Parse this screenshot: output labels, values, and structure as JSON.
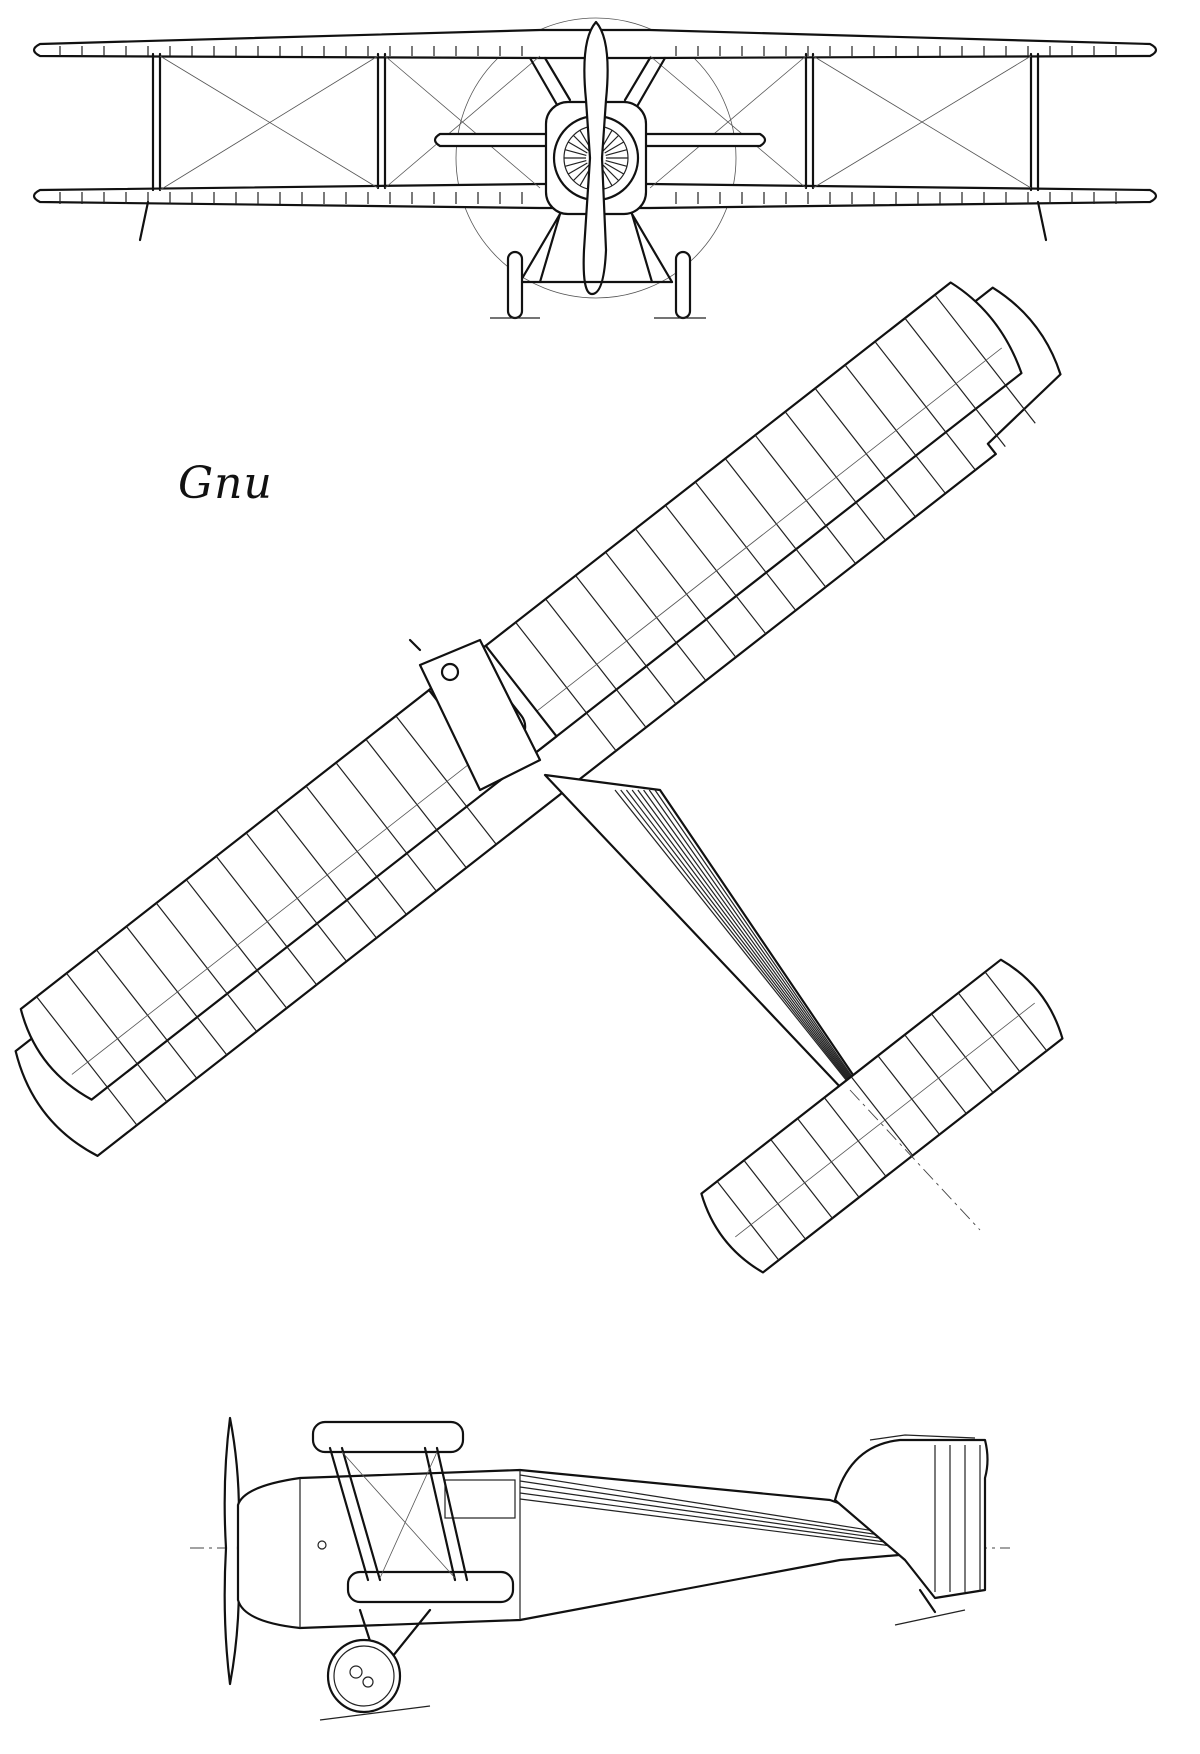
{
  "title": "Gnu",
  "views": {
    "front": "front-view",
    "plan": "plan-view",
    "side": "side-view"
  },
  "colors": {
    "ink": "#111111",
    "paper": "#ffffff"
  }
}
